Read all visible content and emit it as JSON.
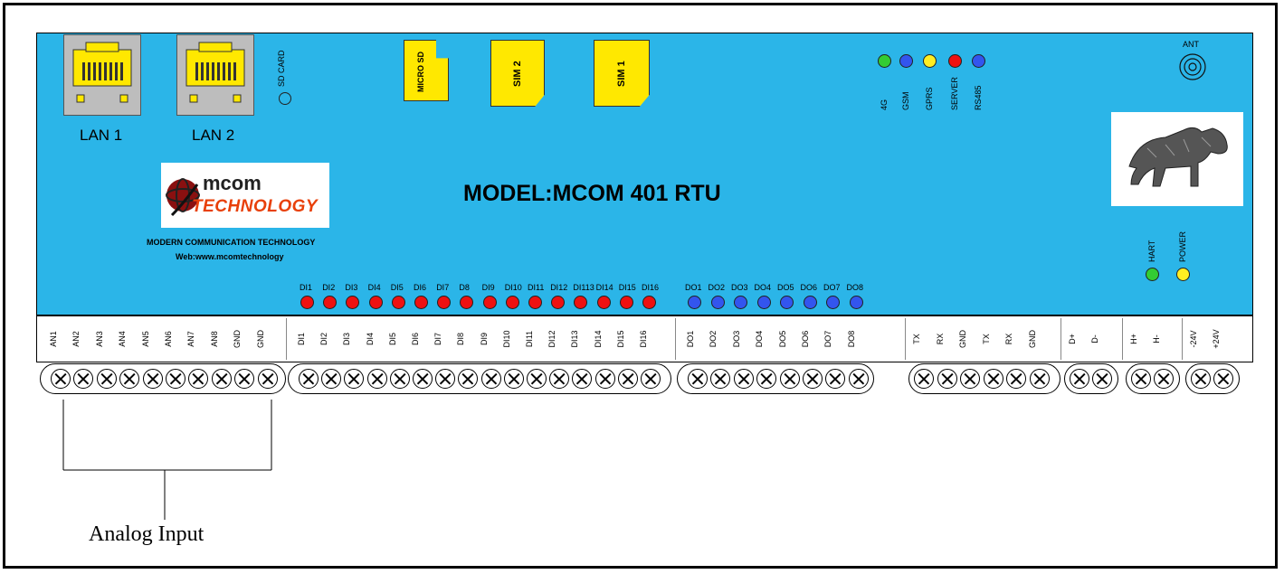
{
  "title": "MODEL:MCOM 401 RTU",
  "ports": {
    "lan1": "LAN 1",
    "lan2": "LAN 2",
    "sdcard": "SD CARD",
    "microsd": "MICRO SD",
    "sim2": "SIM 2",
    "sim1": "SIM 1",
    "ant": "ANT"
  },
  "company": {
    "logo_top": "mcom",
    "logo_bottom": "TECHNOLOGY",
    "tagline": "MODERN COMMUNICATION TECHNOLOGY",
    "web": "Web:www.mcomtechnology"
  },
  "status_leds": [
    {
      "label": "4G",
      "color": "#33cc33"
    },
    {
      "label": "GSM",
      "color": "#3355ee"
    },
    {
      "label": "GPRS",
      "color": "#ffee22"
    },
    {
      "label": "SERVER",
      "color": "#ee1111"
    },
    {
      "label": "RS485",
      "color": "#3355ee"
    }
  ],
  "side_leds": [
    {
      "label": "HART",
      "color": "#33cc33"
    },
    {
      "label": "POWER",
      "color": "#ffee22"
    }
  ],
  "di_leds": {
    "color": "#ee1111",
    "labels": [
      "DI1",
      "DI2",
      "DI3",
      "DI4",
      "DI5",
      "DI6",
      "DI7",
      "D8",
      "DI9",
      "DI10",
      "DI11",
      "DI12",
      "DI113",
      "DI14",
      "DI15",
      "DI16"
    ]
  },
  "do_leds": {
    "color": "#3355ee",
    "labels": [
      "DO1",
      "DO2",
      "DO3",
      "DO4",
      "DO5",
      "DO6",
      "DO7",
      "DO8"
    ]
  },
  "terminals": {
    "analog": [
      "AN1",
      "AN2",
      "AN3",
      "AN4",
      "AN5",
      "AN6",
      "AN7",
      "AN8",
      "GND",
      "GND"
    ],
    "di": [
      "DI1",
      "DI2",
      "DI3",
      "DI4",
      "DI5",
      "DI6",
      "DI7",
      "DI8",
      "DI9",
      "DI10",
      "DI11",
      "DI12",
      "DI13",
      "DI14",
      "DI15",
      "DI16"
    ],
    "do": [
      "DO1",
      "DO2",
      "DO3",
      "DO4",
      "DO5",
      "DO6",
      "DO7",
      "DO8"
    ],
    "serial": [
      "TX",
      "RX",
      "GND",
      "TX",
      "RX",
      "GND"
    ],
    "rs485": [
      "D+",
      "D-"
    ],
    "hart": [
      "H+",
      "H-"
    ],
    "power": [
      "-24V",
      "+24V"
    ]
  },
  "callout": "Analog Input"
}
